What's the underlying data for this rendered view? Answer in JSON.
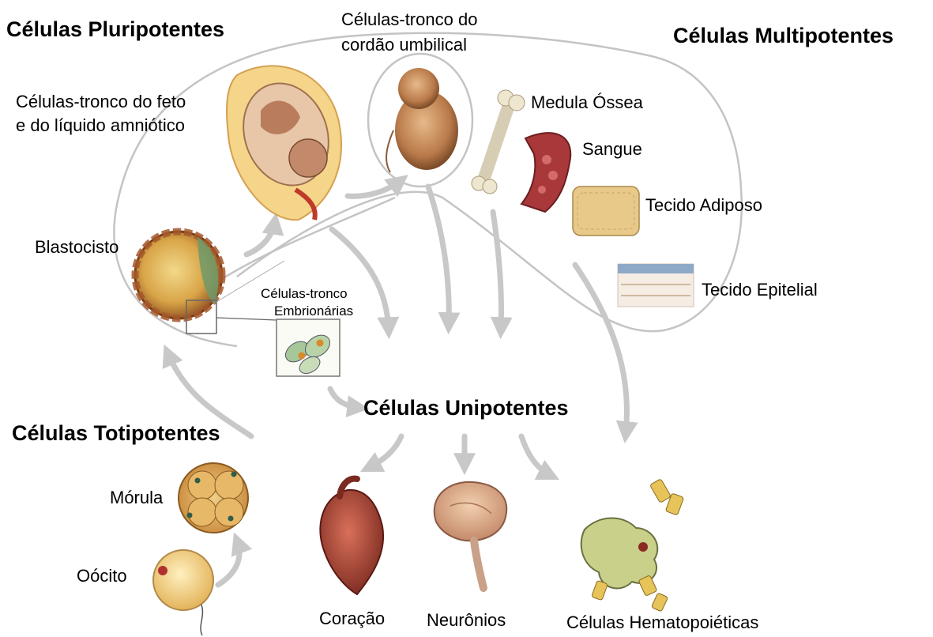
{
  "groups": {
    "pluripotent": "Células Pluripotentes",
    "multipotent": "Células Multipotentes",
    "unipotent": "Células Unipotentes",
    "totipotent": "Células Totipotentes"
  },
  "labels": {
    "umbilical_line1": "Células-tronco do",
    "umbilical_line2": "cordão umbilical",
    "fetal_line1": "Células-tronco do feto",
    "fetal_line2": "e do líquido amniótico",
    "blastocyst": "Blastocisto",
    "embryonic_line1": "Células-tronco",
    "embryonic_line2": "Embrionárias",
    "bone_marrow": "Medula Óssea",
    "blood": "Sangue",
    "adipose": "Tecido Adiposo",
    "epithelial": "Tecido Epitelial",
    "morula": "Mórula",
    "oocyte": "Oócito",
    "heart": "Coração",
    "neurons": "Neurônios",
    "hematopoietic": "Células Hematopoiéticas"
  }
}
